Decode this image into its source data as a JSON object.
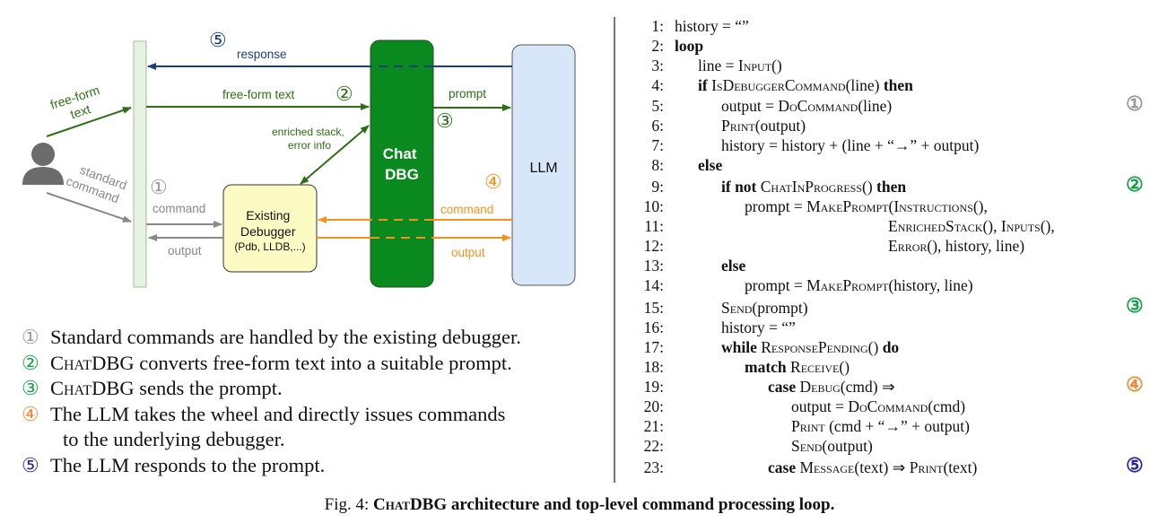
{
  "colors": {
    "green_dark": "#2e6e14",
    "green_box": "#0a8a1e",
    "gray": "#888888",
    "orange": "#f5921e",
    "blue": "#1a3f7f",
    "legend_green": "#1aa04a",
    "legend_orange": "#f08a3c",
    "legend_blue": "#2a2a9a",
    "legend_gray": "#999999"
  },
  "diagram": {
    "user_icon": "person-icon",
    "labels": {
      "free_form_text_user": [
        "free-form",
        "text"
      ],
      "standard_command": [
        "standard",
        "command"
      ],
      "response": "response",
      "free_form_text": "free-form text",
      "prompt": "prompt",
      "enriched": [
        "enriched stack,",
        "error info"
      ],
      "command_gray": "command",
      "output_gray": "output",
      "command_orange": "command",
      "output_orange": "output"
    },
    "boxes": {
      "chatdbg": [
        "Chat",
        "DBG"
      ],
      "llm": "LLM",
      "debugger": [
        "Existing",
        "Debugger",
        "(Pdb, LLDB,...)"
      ]
    },
    "markers": {
      "m1": "①",
      "m2": "②",
      "m3": "③",
      "m4": "④",
      "m5": "⑤"
    }
  },
  "legend": [
    {
      "num": "①",
      "color": "gray",
      "text": "Standard commands are handled by the existing debugger."
    },
    {
      "num": "②",
      "color": "green",
      "sc": "ChatDBG",
      "text": " converts free-form text into a suitable prompt."
    },
    {
      "num": "③",
      "color": "green",
      "sc": "ChatDBG",
      "text": " sends the prompt."
    },
    {
      "num": "④",
      "color": "orange",
      "text": "The LLM takes the wheel and directly issues commands",
      "cont": "to the underlying debugger."
    },
    {
      "num": "⑤",
      "color": "blue",
      "text": "The LLM responds to the prompt."
    }
  ],
  "algorithm": [
    {
      "n": "1:",
      "segs": [
        [
          "t",
          "history = “”"
        ]
      ]
    },
    {
      "n": "2:",
      "segs": [
        [
          "b",
          "loop"
        ]
      ]
    },
    {
      "n": "3:",
      "segs": [
        [
          "t",
          "line = "
        ],
        [
          "s",
          "Input"
        ],
        [
          "t",
          "()"
        ]
      ]
    },
    {
      "n": "4:",
      "segs": [
        [
          "b",
          "if "
        ],
        [
          "s",
          "IsDebuggerCommand"
        ],
        [
          "t",
          "(line) "
        ],
        [
          "b",
          "then"
        ]
      ]
    },
    {
      "n": "5:",
      "segs": [
        [
          "t",
          "output = "
        ],
        [
          "s",
          "DoCommand"
        ],
        [
          "t",
          "(line)"
        ]
      ],
      "marker": "①",
      "mcolor": "gray"
    },
    {
      "n": "6:",
      "segs": [
        [
          "s",
          "Print"
        ],
        [
          "t",
          "(output)"
        ]
      ]
    },
    {
      "n": "7:",
      "segs": [
        [
          "t",
          "history = history + (line + “→” + output)"
        ]
      ]
    },
    {
      "n": "8:",
      "segs": [
        [
          "b",
          "else"
        ]
      ]
    },
    {
      "n": "9:",
      "segs": [
        [
          "b",
          "if not "
        ],
        [
          "s",
          "ChatInProgress"
        ],
        [
          "t",
          "() "
        ],
        [
          "b",
          "then"
        ]
      ],
      "marker": "②",
      "mcolor": "green"
    },
    {
      "n": "10:",
      "segs": [
        [
          "t",
          "prompt = "
        ],
        [
          "s",
          "MakePrompt"
        ],
        [
          "t",
          "("
        ],
        [
          "s",
          "Instructions"
        ],
        [
          "t",
          "(),"
        ]
      ]
    },
    {
      "n": "11:",
      "segs": [
        [
          "s",
          "EnrichedStack"
        ],
        [
          "t",
          "(), "
        ],
        [
          "s",
          "Inputs"
        ],
        [
          "t",
          "(),"
        ]
      ]
    },
    {
      "n": "12:",
      "segs": [
        [
          "s",
          "Error"
        ],
        [
          "t",
          "(), history, line)"
        ]
      ]
    },
    {
      "n": "13:",
      "segs": [
        [
          "b",
          "else"
        ]
      ]
    },
    {
      "n": "14:",
      "segs": [
        [
          "t",
          "prompt = "
        ],
        [
          "s",
          "MakePrompt"
        ],
        [
          "t",
          "(history, line)"
        ]
      ]
    },
    {
      "n": "15:",
      "segs": [
        [
          "s",
          "Send"
        ],
        [
          "t",
          "(prompt)"
        ]
      ],
      "marker": "③",
      "mcolor": "green"
    },
    {
      "n": "16:",
      "segs": [
        [
          "t",
          "history = “”"
        ]
      ]
    },
    {
      "n": "17:",
      "segs": [
        [
          "b",
          "while "
        ],
        [
          "s",
          "ResponsePending"
        ],
        [
          "t",
          "() "
        ],
        [
          "b",
          "do"
        ]
      ]
    },
    {
      "n": "18:",
      "segs": [
        [
          "b",
          "match "
        ],
        [
          "s",
          "Receive"
        ],
        [
          "t",
          "()"
        ]
      ]
    },
    {
      "n": "19:",
      "segs": [
        [
          "b",
          "case "
        ],
        [
          "s",
          "Debug"
        ],
        [
          "t",
          "(cmd) ⇒"
        ]
      ],
      "marker": "④",
      "mcolor": "orange"
    },
    {
      "n": "20:",
      "segs": [
        [
          "t",
          "output = "
        ],
        [
          "s",
          "DoCommand"
        ],
        [
          "t",
          "(cmd)"
        ]
      ]
    },
    {
      "n": "21:",
      "segs": [
        [
          "s",
          "Print"
        ],
        [
          "t",
          " (cmd + “→” + output)"
        ]
      ]
    },
    {
      "n": "22:",
      "segs": [
        [
          "s",
          "Send"
        ],
        [
          "t",
          "(output)"
        ]
      ]
    },
    {
      "n": "23:",
      "segs": [
        [
          "b",
          "case "
        ],
        [
          "s",
          "Message"
        ],
        [
          "t",
          "(text) ⇒ "
        ],
        [
          "s",
          "Print"
        ],
        [
          "t",
          "(text)"
        ]
      ],
      "marker": "⑤",
      "mcolor": "blue"
    }
  ],
  "caption": {
    "prefix": "Fig. 4:  ",
    "sc": "ChatDBG",
    "rest": " architecture and top-level command processing loop."
  }
}
